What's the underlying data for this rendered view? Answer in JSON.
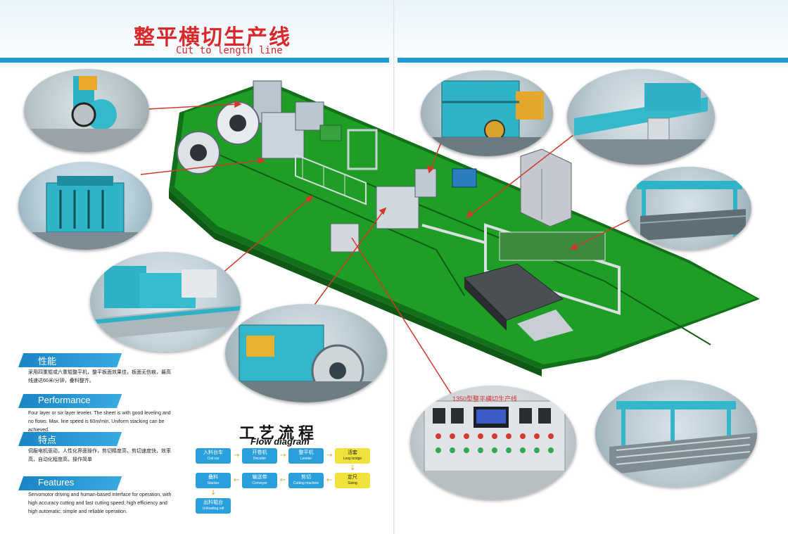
{
  "header": {
    "title_cn": "整平横切生产线",
    "title_en": "Cut to length line"
  },
  "colors": {
    "accent_blue": "#1c9ad8",
    "title_red": "#d8282a",
    "platform_green": "#1f9e25",
    "machine_cyan": "#2bb4c5",
    "flow_yellow": "#f0e23a",
    "callout_red": "#d03a2a"
  },
  "sections": [
    {
      "title": "性能",
      "text": "采用四重辊或六重辊整平机，整平板面效果佳，板面无伤痕，最高线速达60米/分钟，叠料整齐。"
    },
    {
      "title": "Performance",
      "text": "Four layer or six layer leveler. The sheet is with good leveling and no flows. Max. line speed is 60m/min. Uniform stacking can be achieved."
    },
    {
      "title": "特点",
      "text": "伺服电机驱动，人性化界面操作，剪切精度高，剪切速度快，效率高，自动化程度高，操作简单"
    },
    {
      "title": "Features",
      "text": "Servomotor driving and human-based interface for operation, with high accuracy cutting and fast cutting speed; high efficiency and high automatic; simple and reliable operation."
    }
  ],
  "flow": {
    "title": "工艺流程",
    "subtitle": "Flow diagram",
    "steps": [
      {
        "cn": "入料台车",
        "en": "Coil car"
      },
      {
        "cn": "开卷机",
        "en": "Decoiler"
      },
      {
        "cn": "整平机",
        "en": "Leveler"
      },
      {
        "cn": "活套",
        "en": "Loop bridge"
      },
      {
        "cn": "定尺",
        "en": "Sizing"
      },
      {
        "cn": "剪切",
        "en": "Cutting machine"
      },
      {
        "cn": "输送带",
        "en": "Conveyer"
      },
      {
        "cn": "叠料",
        "en": "Stacker"
      },
      {
        "cn": "出料辊台",
        "en": "Unloading roll"
      }
    ]
  },
  "control_panel": {
    "label": "1350型整平横切生产线"
  }
}
